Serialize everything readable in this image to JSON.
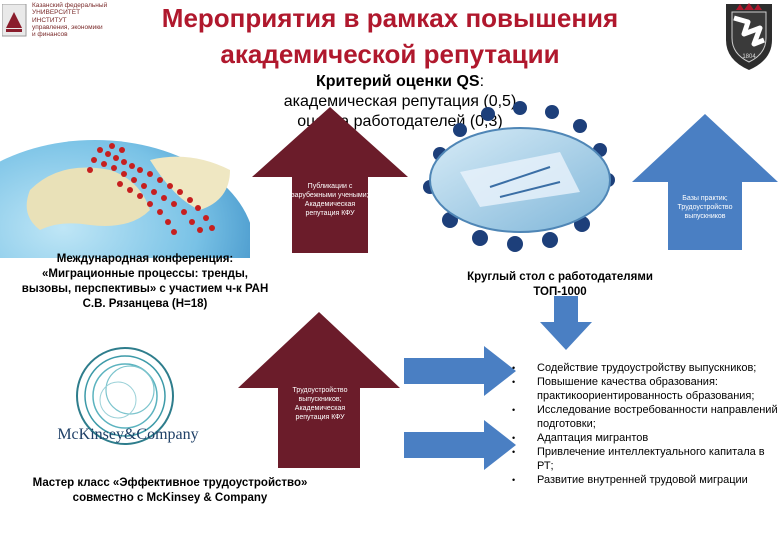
{
  "header": {
    "title_line1": "Мероприятия в рамках повышения",
    "title_line2": "академической репутации",
    "logo_text": "Казанский федеральный\nУНИВЕРСИТЕТ\nИНСТИТУТ\nуправления, экономики\nи финансов",
    "emblem_year": "1804"
  },
  "criteria": {
    "label": "Критерий оценки QS",
    "colon": ":",
    "line2": "академическая репутация (0,5)",
    "line3": "оценка работодателей (0,3)"
  },
  "arrows": {
    "top_left": "Публикации с зарубежными учеными; Академическая репутация КФУ",
    "top_right": "Базы практик; Трудоустройство выпускников",
    "mid_left": "Трудоустройство выпускников; Академическая репутация КФУ"
  },
  "captions": {
    "conference": "Международная конференция: «Миграционные процессы: тренды, вызовы, перспективы» с участием ч-к РАН С.В. Рязанцева (Н=18)",
    "round_table": "Круглый стол с работодателями ТОП-1000",
    "master_class": "Мастер класс «Эффективное трудоустройство» совместно с McKinsey & Company"
  },
  "mckinsey_logo": "McKinsey&Company",
  "bullets": [
    "Содействие трудоустройству выпускников;",
    "Повышение качества образования: практикоориентированность образования;",
    "Исследование востребованности направлений подготовки;",
    "Адаптация мигрантов",
    "Привлечение интеллектуального капитала в РТ;",
    "Развитие внутренней трудовой миграции"
  ],
  "colors": {
    "title": "#b0182d",
    "arrow_dark": "#6b1c2a",
    "arrow_blue": "#4a7fc3"
  }
}
